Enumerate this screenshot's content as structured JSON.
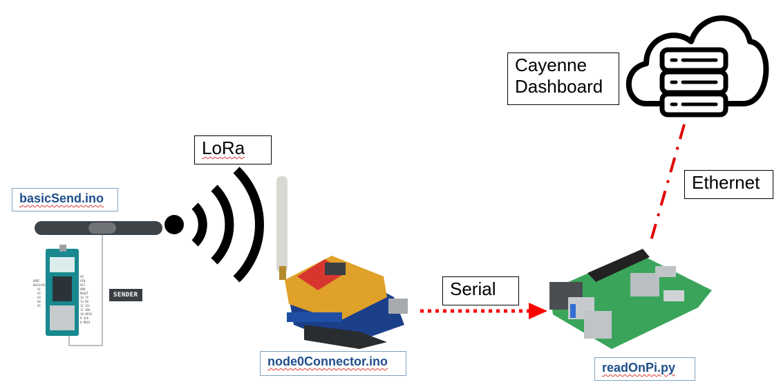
{
  "labels": {
    "cayenne_line1": "Cayenne",
    "cayenne_line2": "Dashboard",
    "lora": "LoRa",
    "ethernet": "Ethernet",
    "serial": "Serial"
  },
  "files": {
    "sender": "basicSend.ino",
    "node": "node0Connector.ino",
    "pi": "readOnPi.py"
  },
  "sender_tag": "SENDER",
  "colors": {
    "serial_arrow": "#ff0000",
    "ethernet_line": "#e00000",
    "file_text": "#1f4e8c"
  },
  "icons": [
    "cloud-server-icon",
    "wireless-signal-icon",
    "arduino-mkr-board",
    "lora-shield-board",
    "raspberry-pi-board"
  ]
}
